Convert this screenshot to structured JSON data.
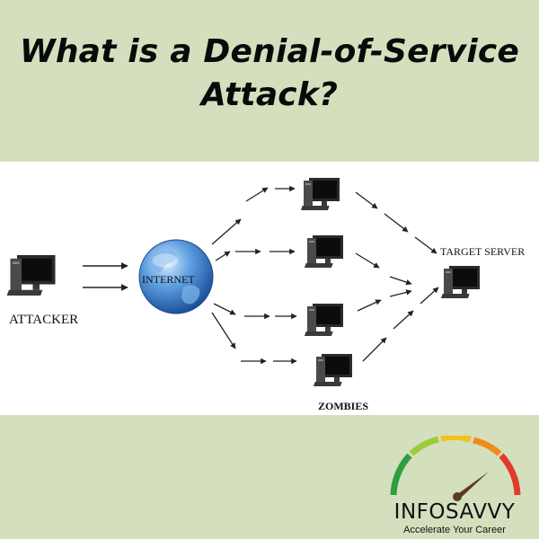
{
  "title": {
    "line1": "What is a Denial-of-Service",
    "line2": "Attack?"
  },
  "diagram": {
    "attacker_label": "ATTACKER",
    "internet_label": "INTERNET",
    "zombies_label": "ZOMBIES",
    "target_label": "TARGET SERVER",
    "icons": {
      "computer": "desktop-computer-icon",
      "globe": "globe-icon",
      "arrow": "arrow-icon"
    }
  },
  "logo": {
    "brand": "INFOSAVVY",
    "tagline": "Accelerate Your Career",
    "gauge_colors": [
      "#2e9e3e",
      "#9ccc3b",
      "#f2c21b",
      "#f08a1d",
      "#e23b2e"
    ]
  },
  "colors": {
    "background": "#d4dfbe",
    "panel": "#ffffff"
  }
}
